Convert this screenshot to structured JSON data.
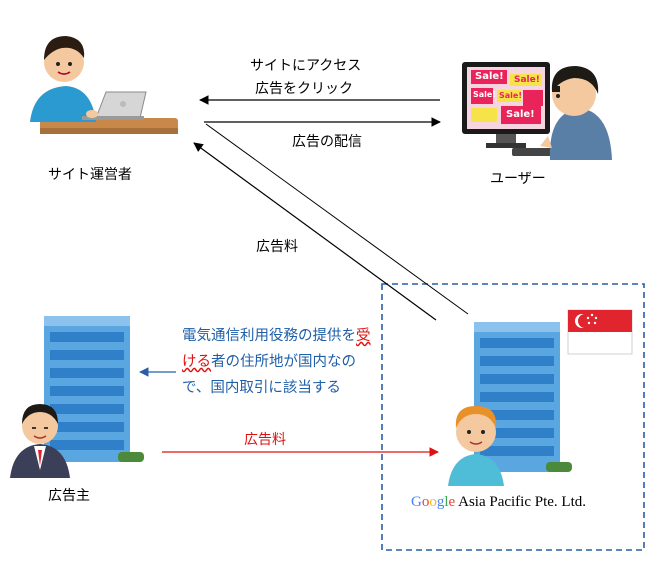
{
  "labels": {
    "site_operator": "サイト運営者",
    "user": "ユーザー",
    "advertiser": "広告主",
    "access_line1": "サイトにアクセス",
    "access_line2": "広告をクリック",
    "ad_delivery": "広告の配信",
    "ad_fee_top": "広告料",
    "ad_fee_bottom": "広告料",
    "note_before": "電気通信利用役務の提供を",
    "note_highlight": "受ける",
    "note_after": "者の住所地が国内なので、国内取引に該当する",
    "google_letters": [
      "G",
      "o",
      "o",
      "g",
      "l",
      "e"
    ],
    "google_rest": " Asia Pacific Pte. Ltd."
  },
  "sale_signs": [
    "Sale!",
    "Sale!",
    "Sale!",
    "Sale!",
    "Sale!"
  ],
  "colors": {
    "blue_text": "#1f5fa8",
    "red_text": "#e01010",
    "dashed_border": "#2a5da8",
    "google": [
      "#4285F4",
      "#EA4335",
      "#FBBC05",
      "#4285F4",
      "#34A853",
      "#EA4335"
    ]
  }
}
